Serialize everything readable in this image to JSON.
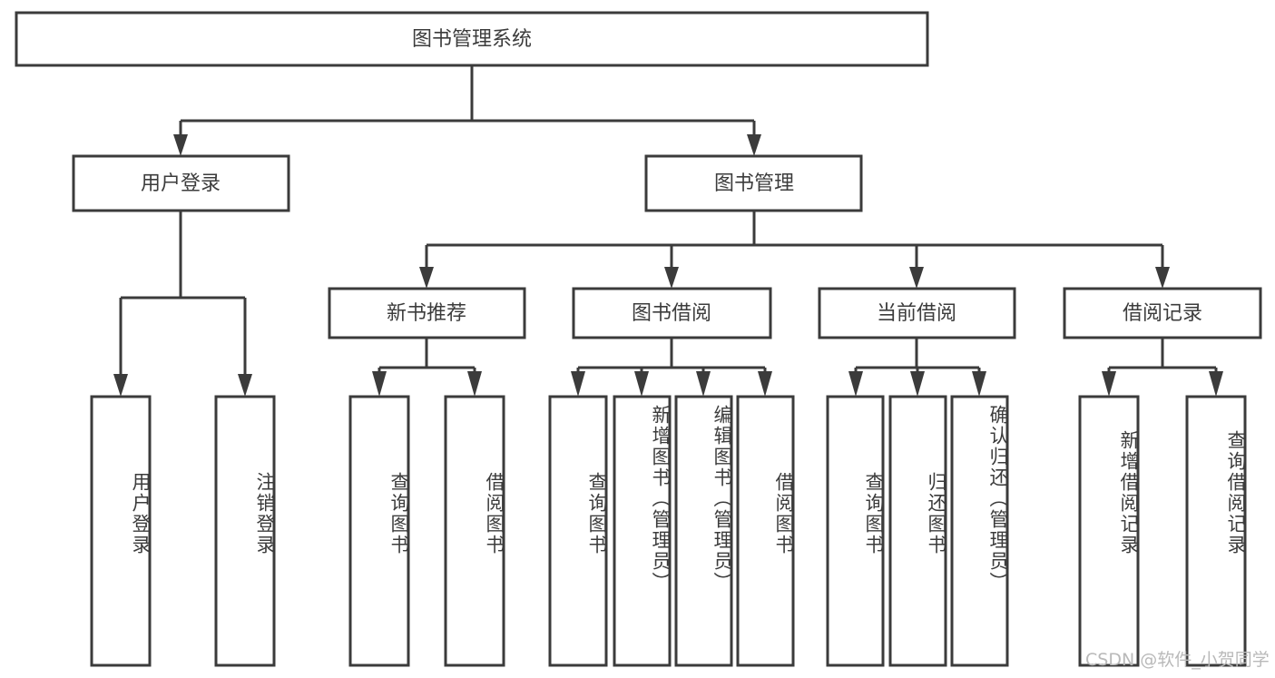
{
  "diagram": {
    "title_node": {
      "id": "root",
      "label": "图书管理系统"
    },
    "level1": [
      {
        "id": "user-login",
        "label": "用户登录"
      },
      {
        "id": "book-management",
        "label": "图书管理"
      }
    ],
    "level2": [
      {
        "id": "new-book-recommend",
        "label": "新书推荐",
        "parent": "book-management"
      },
      {
        "id": "book-borrow",
        "label": "图书借阅",
        "parent": "book-management"
      },
      {
        "id": "current-borrow",
        "label": "当前借阅",
        "parent": "book-management"
      },
      {
        "id": "borrow-record",
        "label": "借阅记录",
        "parent": "book-management"
      }
    ],
    "leaves": [
      {
        "id": "leaf-user-login",
        "label": "用户登录",
        "parent": "user-login"
      },
      {
        "id": "leaf-logout-login",
        "label": "注销登录",
        "parent": "user-login"
      },
      {
        "id": "leaf-query-book-1",
        "label": "查询图书",
        "parent": "new-book-recommend"
      },
      {
        "id": "leaf-borrow-book-1",
        "label": "借阅图书",
        "parent": "new-book-recommend"
      },
      {
        "id": "leaf-query-book-2",
        "label": "查询图书",
        "parent": "book-borrow"
      },
      {
        "id": "leaf-add-book",
        "label": "新增图书（管理员）",
        "parent": "book-borrow"
      },
      {
        "id": "leaf-edit-book",
        "label": "编辑图书（管理员）",
        "parent": "book-borrow"
      },
      {
        "id": "leaf-borrow-book-2",
        "label": "借阅图书",
        "parent": "book-borrow"
      },
      {
        "id": "leaf-query-book-3",
        "label": "查询图书",
        "parent": "current-borrow"
      },
      {
        "id": "leaf-return-book",
        "label": "归还图书",
        "parent": "current-borrow"
      },
      {
        "id": "leaf-confirm-return",
        "label": "确认归还（管理员）",
        "parent": "current-borrow"
      },
      {
        "id": "leaf-add-record",
        "label": "新增借阅记录",
        "parent": "borrow-record"
      },
      {
        "id": "leaf-query-record",
        "label": "查询借阅记录",
        "parent": "borrow-record"
      }
    ],
    "watermark": "CSDN @软件_小贺同学",
    "colors": {
      "box_stroke": "#3b3b3b",
      "box_fill": "#ffffff",
      "text": "#3c3c3c",
      "connector": "#3b3b3b",
      "watermark": "#b9b9b9",
      "background": "#ffffff"
    }
  }
}
